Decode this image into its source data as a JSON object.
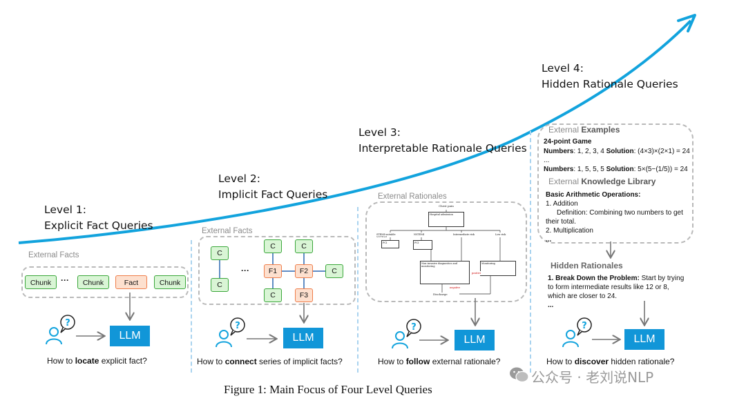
{
  "caption": "Figure 1: Main Focus of Four Level Queries",
  "watermark": "公众号 · 老刘说NLP",
  "levels": [
    {
      "title_line1": "Level 1:",
      "title_line2": "Explicit Fact Queries",
      "external_label": "External Facts",
      "chunks": [
        "Chunk",
        "Chunk",
        "Fact",
        "Chunk"
      ],
      "ellipsis": "···",
      "llm": "LLM",
      "question_pre": "How to ",
      "question_bold": "locate",
      "question_post": " explicit fact?"
    },
    {
      "title_line1": "Level 2:",
      "title_line2": "Implicit Fact Queries",
      "external_label": "External Facts",
      "node_c": "C",
      "node_f1": "F1",
      "node_f2": "F2",
      "node_f3": "F3",
      "ellipsis": "···",
      "llm": "LLM",
      "question_pre": "How to ",
      "question_bold": "connect",
      "question_post": " series of implicit facts?"
    },
    {
      "title_line1": "Level 3:",
      "title_line2": "Interpretable Rationale Queries",
      "external_label": "External Rationales",
      "flow": {
        "top": "Chest pain",
        "admission": "Hospital admission",
        "b1": "STEMI-suitable NSTEMI",
        "b2": "NSTEMI",
        "b3": "Intermediate risk",
        "b4": "Low risk",
        "pci1": "PCI",
        "pci2": "PCI",
        "noninv": "Non-invasive diagnostics and monitoring",
        "monitoring": "Monitoring",
        "positive": "positive",
        "negative": "negative",
        "discharge": "Discharge"
      },
      "llm": "LLM",
      "question_pre": "How to ",
      "question_bold": "follow",
      "question_post": " external rationale?"
    },
    {
      "title_line1": "Level 4:",
      "title_line2": "Hidden Rationale Queries",
      "examples_label_pre": "External ",
      "examples_label_bold": "Examples",
      "game_title": "24-point Game",
      "ex1_numbers_label": "Numbers",
      "ex1_numbers": ": 1, 2, 3, 4 ",
      "ex1_solution_label": "Solution",
      "ex1_solution": ": (4×3)×(2×1) = 24",
      "ex_ellipsis": "...",
      "ex2_numbers_label": "Numbers",
      "ex2_numbers": ": 1, 5, 5, 5 ",
      "ex2_solution_label": "Solution",
      "ex2_solution": ": 5×(5−(1/5)) = 24",
      "kb_label_pre": "External ",
      "kb_label_bold": "Knowledge Library",
      "kb_title": "Basic Arithmetic Operations:",
      "kb_item1": "1. Addition",
      "kb_def": "Definition: Combining two numbers to get their total.",
      "kb_item2": "2. Multiplication",
      "kb_ellipsis": "...",
      "hidden_label": "Hidden Rationales",
      "hidden_bold": "1. Break Down the Problem:",
      "hidden_text": " Start by trying to form intermediate results like 12 or 8, which are closer to 24.",
      "hidden_ellipsis": "...",
      "llm": "LLM",
      "question_pre": "How to ",
      "question_bold": "discover",
      "question_post": " hidden rationale?"
    }
  ],
  "colors": {
    "curve": "#12a3dd",
    "llm": "#1196d8",
    "chunk_fill": "#d9f5d5",
    "chunk_border": "#3aa63a",
    "fact_fill": "#fde0cf",
    "fact_border": "#ef7d4a",
    "user_icon": "#12a3dd"
  },
  "icons": [
    "user-question-icon",
    "arrow-right-icon",
    "arrow-down-icon",
    "wechat-logo-icon"
  ]
}
